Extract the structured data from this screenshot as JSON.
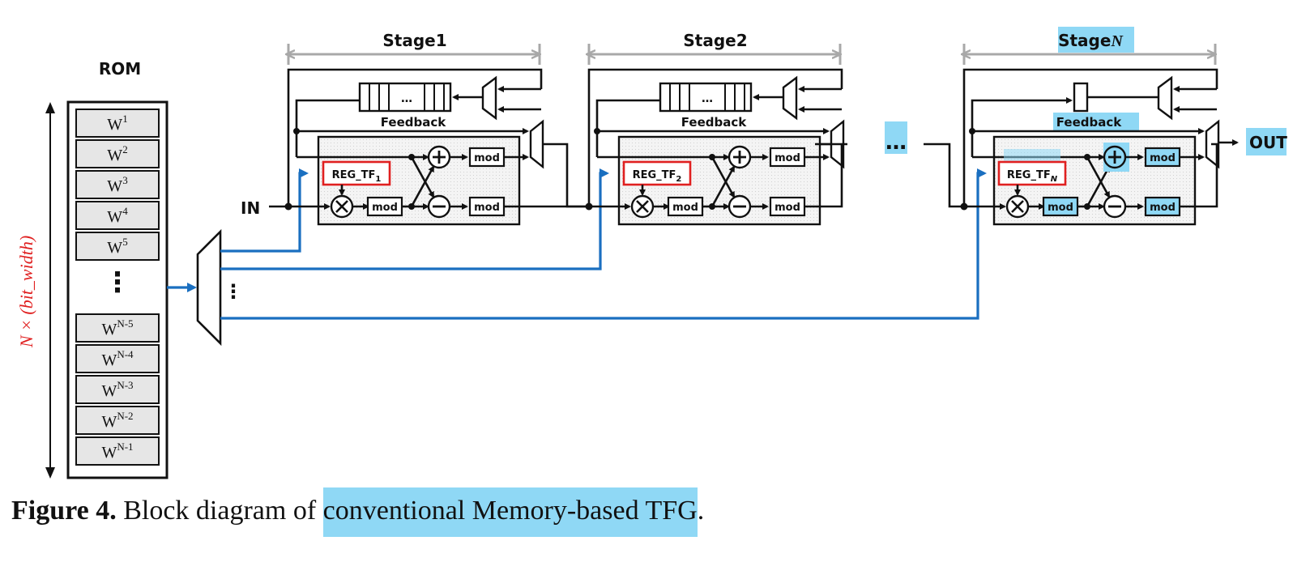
{
  "rom": {
    "title": "ROM",
    "size_label": "N × (bit_width)",
    "top_cells": [
      {
        "base": "W",
        "exp": "1"
      },
      {
        "base": "W",
        "exp": "2"
      },
      {
        "base": "W",
        "exp": "3"
      },
      {
        "base": "W",
        "exp": "4"
      },
      {
        "base": "W",
        "exp": "5"
      }
    ],
    "ellipsis": "⋮",
    "bottom_cells": [
      {
        "base": "W",
        "exp": "N-5"
      },
      {
        "base": "W",
        "exp": "N-4"
      },
      {
        "base": "W",
        "exp": "N-3"
      },
      {
        "base": "W",
        "exp": "N-2"
      },
      {
        "base": "W",
        "exp": "N-1"
      }
    ]
  },
  "mux_ellipsis": "⋮",
  "input_label": "IN",
  "output_label": "OUT",
  "between_stages": "…",
  "stages": [
    {
      "title": "Stage1",
      "feedback": "Feedback",
      "fifo_dots": "…",
      "reg": "REG_TF",
      "reg_sub": "1",
      "mod": "mod"
    },
    {
      "title": "Stage2",
      "feedback": "Feedback",
      "fifo_dots": "…",
      "reg": "REG_TF",
      "reg_sub": "2",
      "mod": "mod"
    },
    {
      "title": "Stage",
      "title_italic": "N",
      "feedback": "Feedback",
      "reg": "REG_TF",
      "reg_sub": "N",
      "mod": "mod"
    }
  ],
  "caption": {
    "figure": "Figure 4.",
    "text_before": " Block diagram of ",
    "highlighted": "conventional Memory-based TFG",
    "text_after": "."
  },
  "colors": {
    "highlight": "#8fd8f5",
    "rom_bus": "#1a6fc0",
    "register_border": "#e02020",
    "size_label": "#e02020"
  }
}
